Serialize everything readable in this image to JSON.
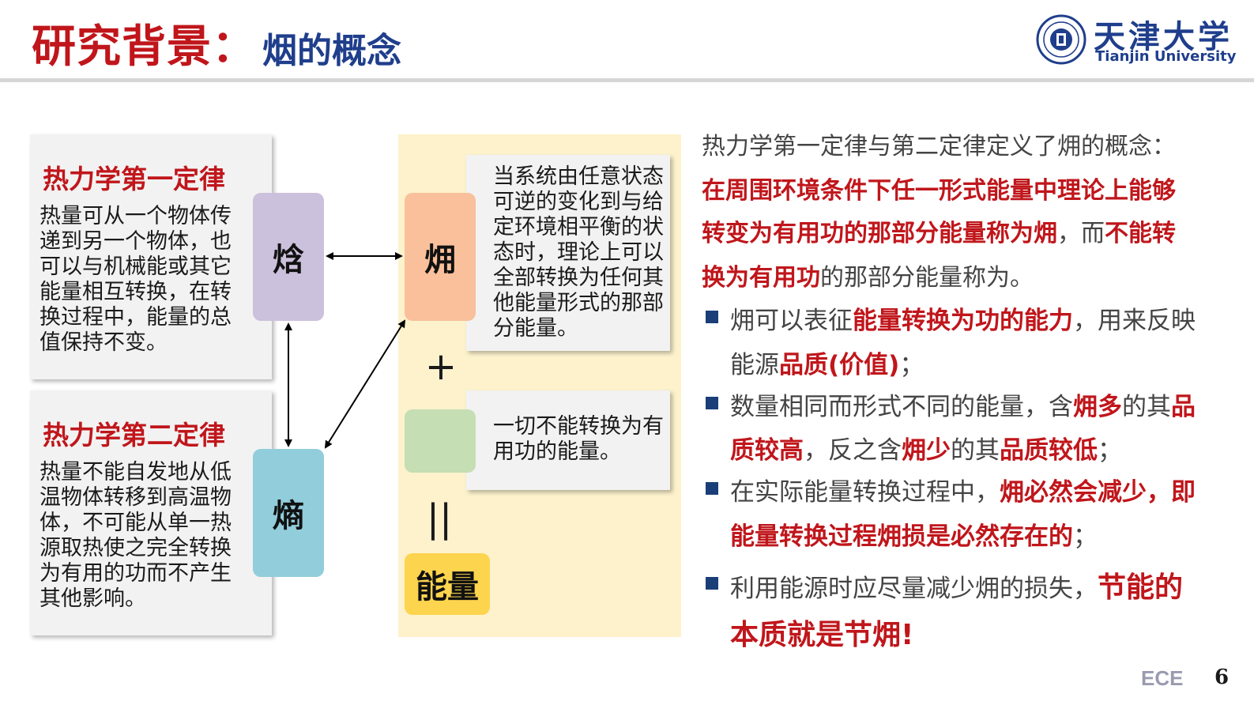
{
  "header": {
    "title_main": "研究背景：",
    "title_sub": "烟的概念",
    "university_cn": "天津大学",
    "university_en": "Tianjin University"
  },
  "left": {
    "card1": {
      "heading": "热力学第一定律",
      "lines": [
        "热量可从一个物体传",
        "递到另一个物体，也",
        "可以与机械能或其它",
        "能量相互转换，在转",
        "换过程中，能量的总",
        "值保持不变。"
      ]
    },
    "card2": {
      "heading": "热力学第二定律",
      "lines": [
        "热量不能自发地从低",
        "温物体转移到高温物",
        "体，不可能从单一热",
        "源取热使之完全转换",
        "为有用的功而不产生",
        "其他影响。"
      ]
    },
    "tag_enthalpy": "焓",
    "tag_entropy": "熵"
  },
  "middle": {
    "tag_exergy": "㶲",
    "tag_anergy": "",
    "tag_energy": "能量",
    "plus": "+",
    "equals": "||",
    "exergy_desc": [
      "当系统由任意状态",
      "可逆的变化到与给",
      "定环境相平衡的状",
      "态时，理论上可以",
      "全部转换为任何其",
      "他能量形式的那部",
      "分能量。"
    ],
    "anergy_desc": [
      "一切不能转换为有",
      "用功的能量。"
    ]
  },
  "right": {
    "intro": "热力学第一定律与第二定律定义了㶲的概念：",
    "def_line1": "在周围环境条件下任一形式能量中理论上能够",
    "def_line2_a": "转变为有用功的那部分能量称为㶲",
    "def_line2_b": "，而",
    "def_line2_c": "不能转",
    "def_line3_a": "换为有用功",
    "def_line3_b": "的那部分能量称为",
    "def_line3_c": "",
    "def_line3_d": "。",
    "b1_l1_a": "㶲可以表征",
    "b1_l1_b": "能量转换为功的能力",
    "b1_l1_c": "，用来反映",
    "b1_l2_a": "能源",
    "b1_l2_b": "品质(价值)",
    "b1_l2_c": "；",
    "b2_l1_a": "数量相同而形式不同的能量，含",
    "b2_l1_b": "㶲多",
    "b2_l1_c": "的其",
    "b2_l1_d": "品",
    "b2_l2_a": "质较高",
    "b2_l2_b": "，反之含",
    "b2_l2_c": "㶲少",
    "b2_l2_d": "的其",
    "b2_l2_e": "品质较低",
    "b2_l2_f": "；",
    "b3_l1_a": "在实际能量转换过程中，",
    "b3_l1_b": "㶲必然会减少，即",
    "b3_l2_a": "能量转换过程㶲损是必然存在的",
    "b3_l2_b": "；",
    "b4_l1_a": "利用能源时应尽量减少㶲的损失，",
    "b4_l1_b": "节能的",
    "b4_l2": "本质就是节㶲!"
  },
  "footer": {
    "logo_text": "ECE",
    "page": "6"
  }
}
